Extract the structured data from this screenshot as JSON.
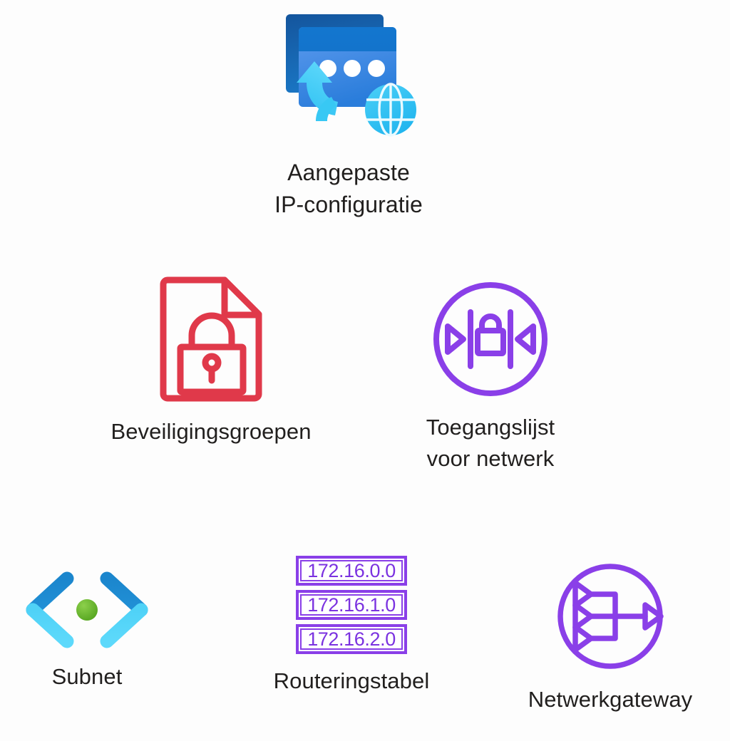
{
  "page": {
    "background": "#fdfdfd",
    "text_color": "#211f1e"
  },
  "palette": {
    "azure_blue_dark": "#0f5ba8",
    "azure_blue": "#1b7fd4",
    "azure_blue_light": "#5b9bec",
    "cyan": "#32c5f4",
    "cyan_light": "#4fd2f7",
    "red": "#e0394a",
    "purple": "#8a3fe8",
    "purple_text": "#7b32e0",
    "green": "#5fb321",
    "white": "#ffffff"
  },
  "nodes": [
    {
      "id": "ip-config",
      "icon": "custom-ip-configuration-icon",
      "label": "Aangepaste\nIP-configuratie"
    },
    {
      "id": "nsg",
      "icon": "security-groups-document-lock-icon",
      "label": "Beveiligingsgroepen"
    },
    {
      "id": "acl",
      "icon": "network-access-list-icon",
      "label": "Toegangslijst\nvoor netwerk"
    },
    {
      "id": "subnet",
      "icon": "subnet-angle-brackets-icon",
      "label": "Subnet"
    },
    {
      "id": "route-table",
      "icon": "route-table-icon",
      "label": "Routeringstabel"
    },
    {
      "id": "gateway",
      "icon": "network-gateway-icon",
      "label": "Netwerkgateway"
    }
  ],
  "route_table": {
    "rows": [
      {
        "address": "172.16.0.0"
      },
      {
        "address": "172.16.1.0"
      },
      {
        "address": "172.16.2.0"
      }
    ]
  }
}
